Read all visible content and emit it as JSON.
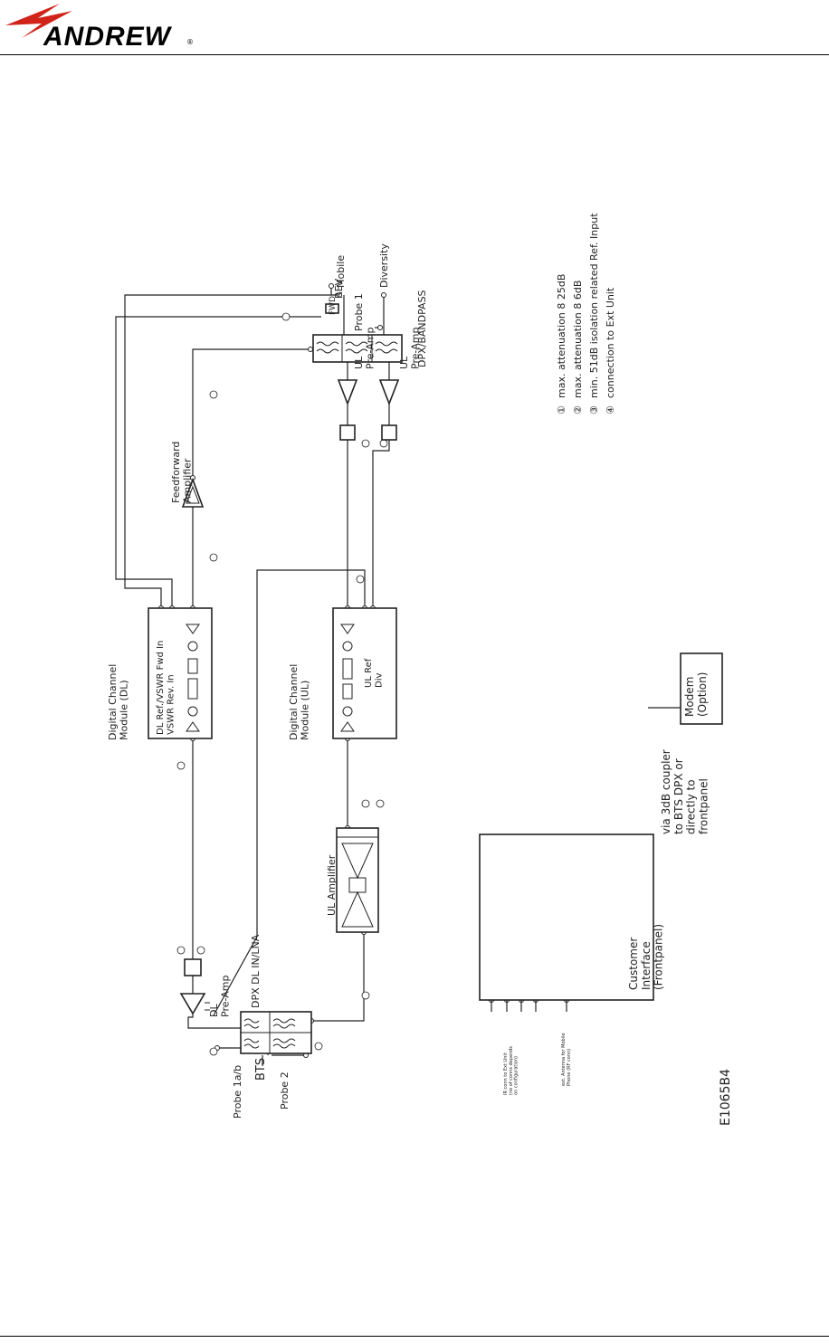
{
  "header": {
    "logo_text": "ANDREW",
    "logo_mark": "®"
  },
  "labels": {
    "rev": "REV",
    "mobile": "Mobile",
    "diversity": "Diversity",
    "probe1": "Probe 1",
    "fwd": "FWD",
    "dpx_bandpass": "DPX/BANDPASS",
    "ul_preamp_1": "UL\nPre-Amp",
    "ul_preamp_2": "UL\nPre-Amp",
    "feedforward": "Feedforward\nAmplifier",
    "dcm_dl_title": "Digital Channel\nModule (DL)",
    "dcm_dl_inner": "DL Ref./VSWR Fwd In\nVSWR Rev. In",
    "dcm_ul_title": "Digital Channel\nModule (UL)",
    "dcm_ul_inner": "UL Ref\nDiv",
    "ul_amplifier": "UL Amplifier",
    "dl_preamp": "DL\nPre-Amp",
    "dpx_dl_in_lna": "DPX DL IN/LNA",
    "probe_1ab": "Probe 1a/b",
    "bts": "BTS",
    "probe2": "Probe 2",
    "customer_interface": "Customer\nInterface\n(Frontpanel)",
    "ci_note1": "IR conn to Ext Unit\n(no of conns depends\non configuration)",
    "ci_note2": "ext. Antenna for Mobile\nPhone (RF conn)",
    "via_coupler": "via 3dB coupler\nto BTS DPX or\ndirectly to\nfrontpanel",
    "modem": "Modem\n(Option)",
    "figure_code": "E1065B4"
  },
  "legend": [
    {
      "mark": "①",
      "text": "max. attenuation 8 25dB"
    },
    {
      "mark": "②",
      "text": "max. attenuation 8 6dB"
    },
    {
      "mark": "③",
      "text": "min. 51dB isolation related Ref. Input"
    },
    {
      "mark": "④",
      "text": "connection to Ext Unit"
    }
  ]
}
